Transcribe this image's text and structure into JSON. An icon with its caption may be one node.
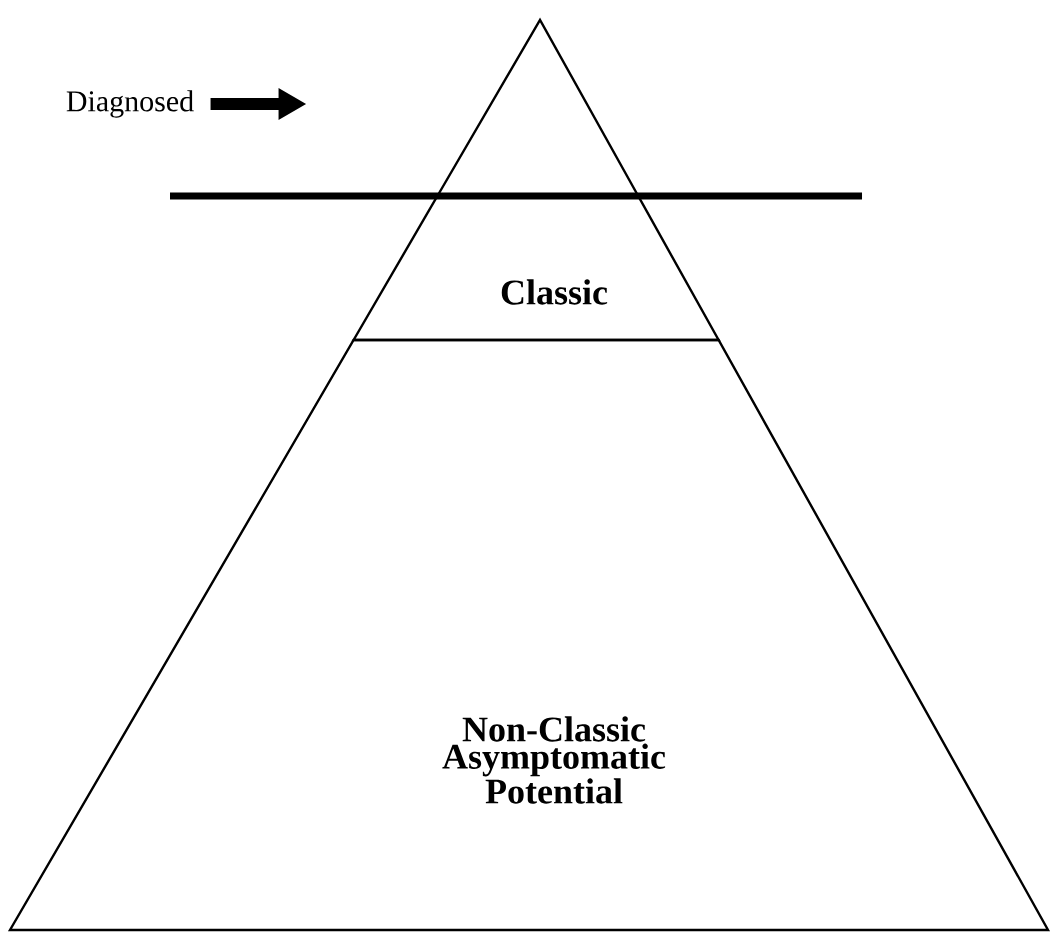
{
  "diagram": {
    "nodes": [
      {
        "text": [
          "Classic"
        ]
      },
      {
        "text": [
          "Non-Classic Asymptomatic Potential"
        ]
      }
    ],
    "labels": [
      "Diagnosed"
    ]
  }
}
